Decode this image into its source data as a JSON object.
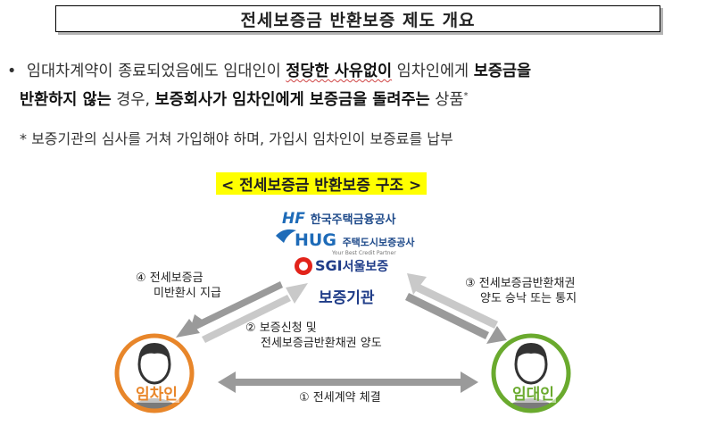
{
  "title": "전세보증금 반환보증 제도 개요",
  "bullet": {
    "symbol": "•",
    "line1": [
      {
        "text": "임대차계약이 종료되었음에도 임대인이 ",
        "bold": false
      },
      {
        "text": "정당한 사유없이",
        "bold": true,
        "wavy": true
      },
      {
        "text": " 임차인에게 ",
        "bold": false
      },
      {
        "text": "보증금을",
        "bold": true
      }
    ],
    "line2": [
      {
        "text": "반환하지 않는",
        "bold": true
      },
      {
        "text": " 경우, ",
        "bold": false
      },
      {
        "text": "보증회사가 임차인에게 보증금을 돌려주는",
        "bold": true
      },
      {
        "text": " 상품",
        "bold": false
      }
    ],
    "footnote_mark": "*"
  },
  "note": "* 보증기관의 심사를 거쳐 가입해야 하며, 가입시 임차인이 보증료를 납부",
  "structure_title": "< 전세보증금 반환보증 구조 >",
  "diagram": {
    "guarantor_label": "보증기관",
    "logos": {
      "hf_mark": "HF",
      "hf_name": "한국주택금융공사",
      "hug_mark": "HUG",
      "hug_name": "주택도시보증공사",
      "hug_tagline": "Your Best Credit Partner",
      "sgi_mark": "SGI",
      "sgi_name": "서울보증"
    },
    "tenant_label": "임차인",
    "landlord_label": "임대인",
    "step1": "① 전세계약 체결",
    "step2": [
      "② 보증신청 및",
      "전세보증금반환채권 양도"
    ],
    "step3": [
      "③ 전세보증금반환채권",
      "양도 승낙 또는 통지"
    ],
    "step4": [
      "④ 전세보증금",
      "미반환시 지급"
    ],
    "colors": {
      "tenant_ring": "#e8862a",
      "landlord_ring": "#6aaa2e",
      "tenant_label_color": "#e8862a",
      "landlord_label_color": "#6aaa2e",
      "guarantor_label_color": "#1f3c88",
      "highlight": "#ffff00"
    }
  }
}
